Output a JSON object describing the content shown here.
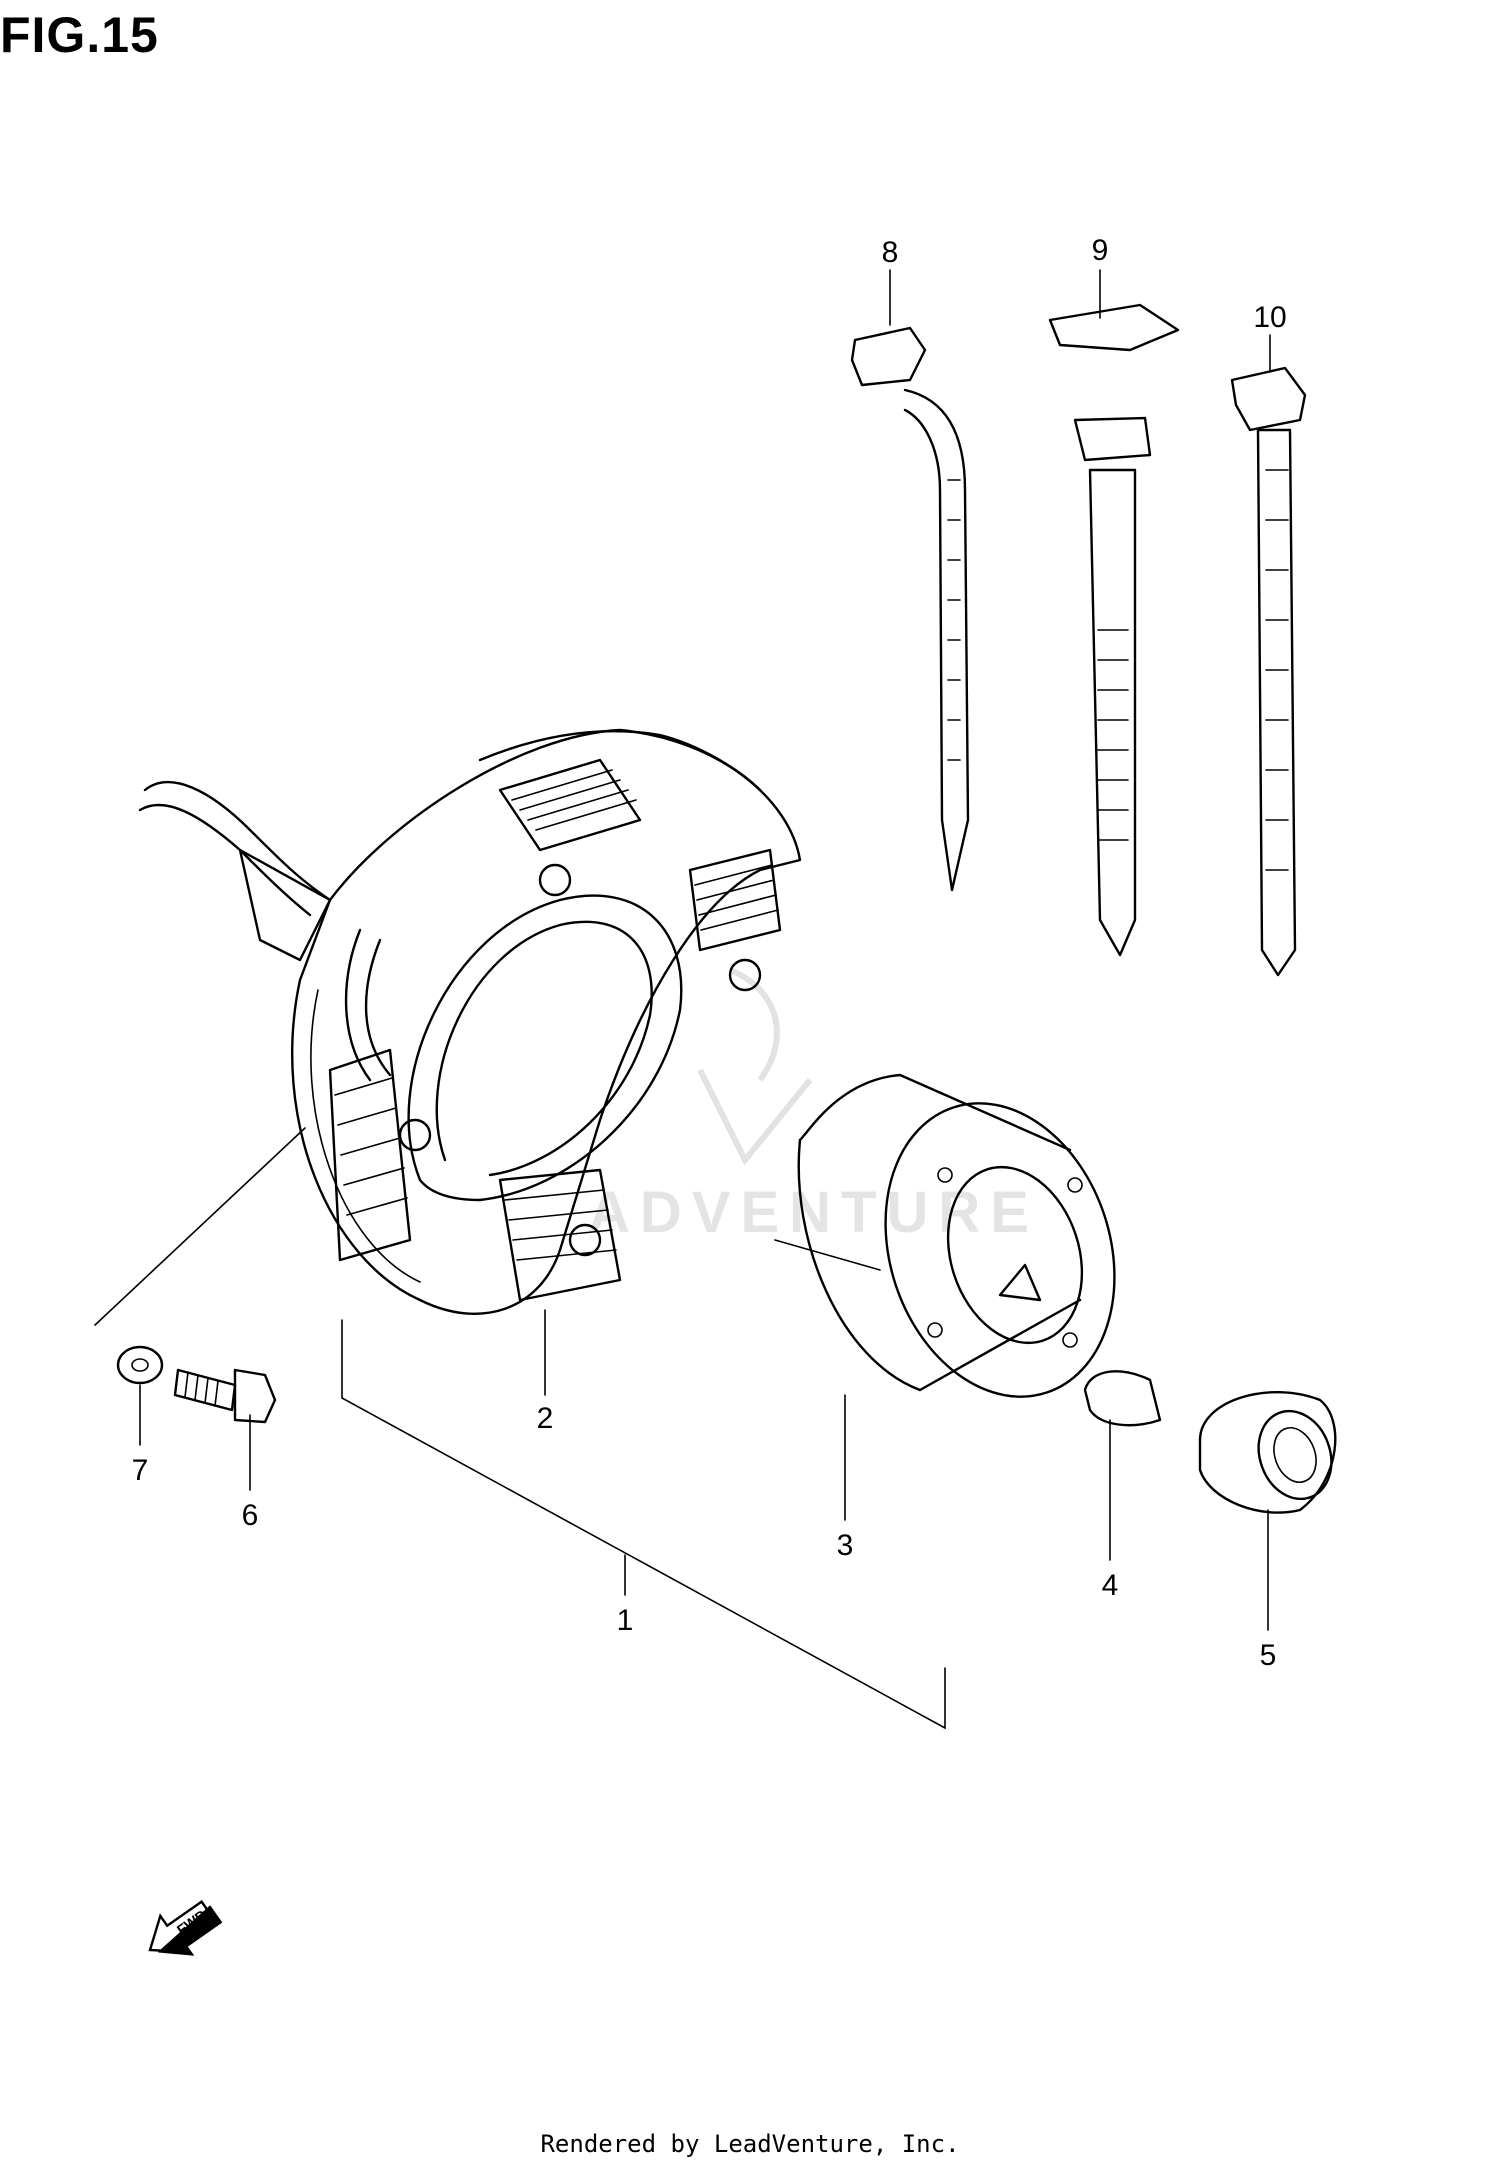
{
  "figure": {
    "title": "FIG.15"
  },
  "callouts": [
    {
      "id": "1",
      "label": "1"
    },
    {
      "id": "2",
      "label": "2"
    },
    {
      "id": "3",
      "label": "3"
    },
    {
      "id": "4",
      "label": "4"
    },
    {
      "id": "5",
      "label": "5"
    },
    {
      "id": "6",
      "label": "6"
    },
    {
      "id": "7",
      "label": "7"
    },
    {
      "id": "8",
      "label": "8"
    },
    {
      "id": "9",
      "label": "9"
    },
    {
      "id": "10",
      "label": "10"
    }
  ],
  "direction_badge": {
    "label": "FWD"
  },
  "watermark": {
    "text": "ADVENTURE"
  },
  "footer": {
    "text": "Rendered by LeadVenture, Inc."
  }
}
